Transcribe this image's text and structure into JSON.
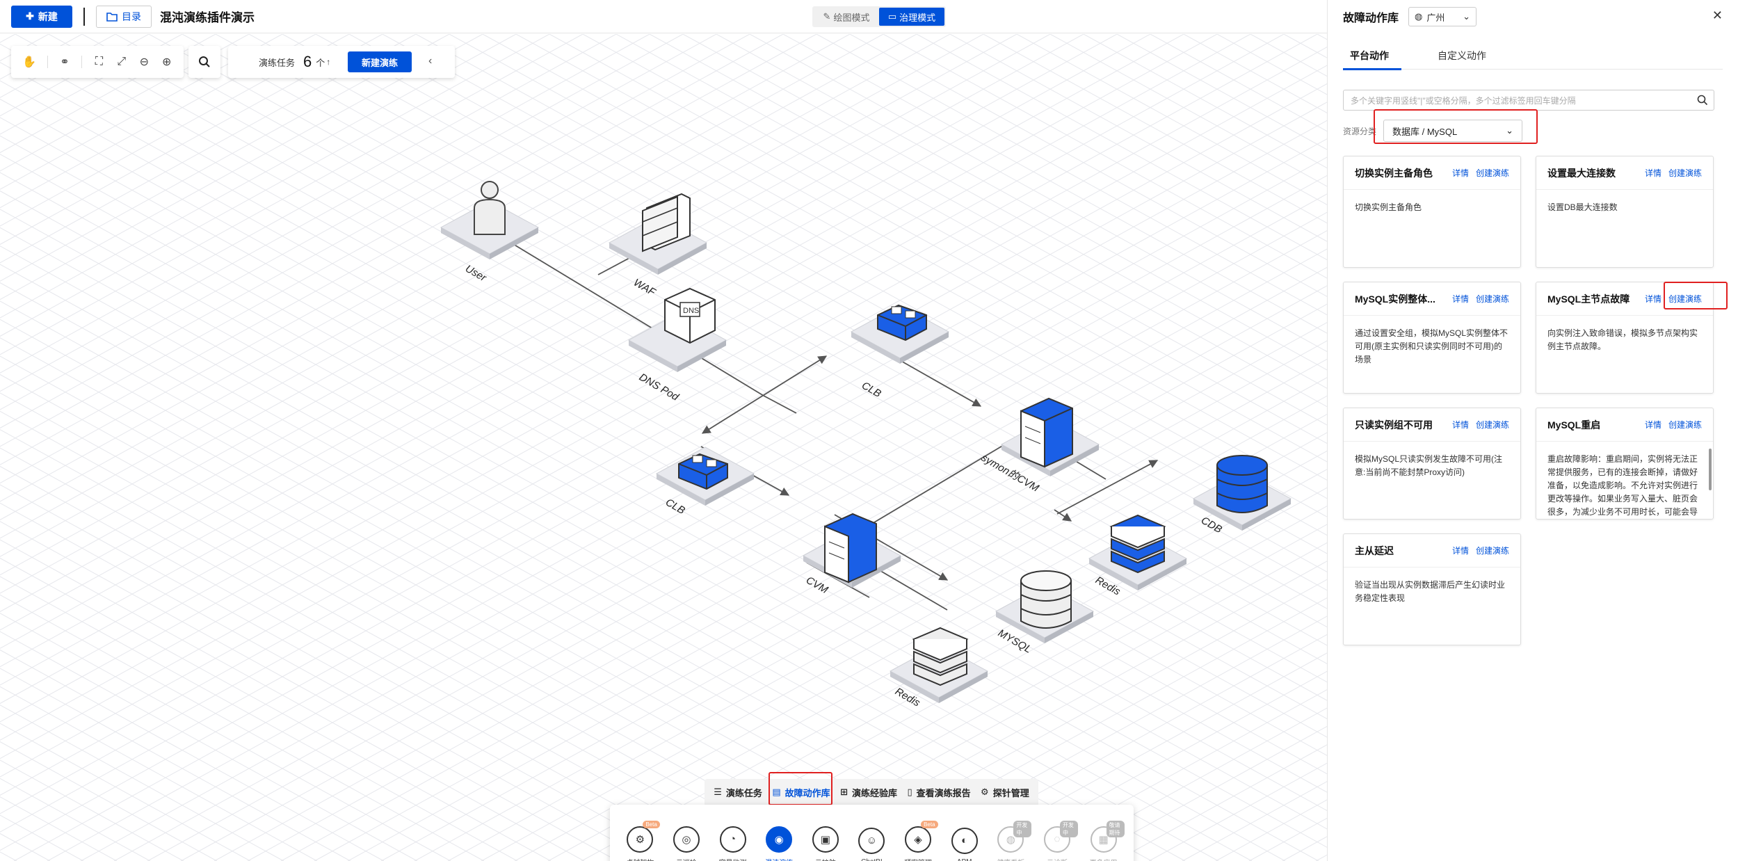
{
  "topbar": {
    "new_label": "新建",
    "dir_label": "目录",
    "title": "混沌演练插件演示",
    "modes": [
      {
        "label": "绘图模式",
        "active": false
      },
      {
        "label": "治理模式",
        "active": true
      }
    ]
  },
  "toolbar": {
    "task_label": "演练任务",
    "task_count": "6",
    "task_unit": "个",
    "new_drill_label": "新建演练"
  },
  "diagram": {
    "nodes": [
      {
        "id": "user",
        "label": "User"
      },
      {
        "id": "waf",
        "label": "WAF"
      },
      {
        "id": "dns",
        "label": "DNS Pod",
        "icon_text": "DNS"
      },
      {
        "id": "clb1",
        "label": "CLB"
      },
      {
        "id": "clb2",
        "label": "CLB"
      },
      {
        "id": "cvm1",
        "label": "symon的CVM"
      },
      {
        "id": "cvm2",
        "label": "CVM"
      },
      {
        "id": "cdb",
        "label": "CDB"
      },
      {
        "id": "redis1",
        "label": "Redis"
      },
      {
        "id": "mysql",
        "label": "MYSQL"
      },
      {
        "id": "redis2",
        "label": "Redis"
      }
    ]
  },
  "bottom_tabs": [
    {
      "label": "演练任务",
      "icon": "list-icon",
      "active": false
    },
    {
      "label": "故障动作库",
      "icon": "library-icon",
      "active": true
    },
    {
      "label": "演练经验库",
      "icon": "grid-icon",
      "active": false
    },
    {
      "label": "查看演练报告",
      "icon": "report-icon",
      "active": false
    },
    {
      "label": "探针管理",
      "icon": "gear-icon",
      "active": false
    }
  ],
  "dock": [
    {
      "label": "卓越架构",
      "glyph": "⚙",
      "badge": "Beta",
      "state": "normal"
    },
    {
      "label": "云巡检",
      "glyph": "◎",
      "badge": "",
      "state": "normal"
    },
    {
      "label": "容量监测",
      "glyph": "◔",
      "badge": "",
      "state": "normal"
    },
    {
      "label": "混沌演练",
      "glyph": "◉",
      "badge": "",
      "state": "active"
    },
    {
      "label": "云护航",
      "glyph": "▣",
      "badge": "",
      "state": "normal"
    },
    {
      "label": "ChatBI",
      "glyph": "☺",
      "badge": "",
      "state": "normal"
    },
    {
      "label": "预案管理",
      "glyph": "◈",
      "badge": "Beta",
      "state": "normal"
    },
    {
      "label": "APM",
      "glyph": "◐",
      "badge": "",
      "state": "normal"
    },
    {
      "label": "健康看板",
      "glyph": "◍",
      "badge": "开发中",
      "state": "dim"
    },
    {
      "label": "云诊断",
      "glyph": "◌",
      "badge": "开发中",
      "state": "dim"
    },
    {
      "label": "更多应用",
      "glyph": "▦",
      "badge": "敬请期待",
      "state": "dim"
    }
  ],
  "right_panel": {
    "title": "故障动作库",
    "region": "广州",
    "tabs": [
      {
        "label": "平台动作",
        "active": true
      },
      {
        "label": "自定义动作",
        "active": false
      }
    ],
    "search_placeholder": "多个关键字用竖线\"|\"或空格分隔，多个过滤标签用回车键分隔",
    "filter_label": "资源分类",
    "filter_value": "数据库 / MySQL",
    "detail_label": "详情",
    "create_label": "创建演练",
    "cards": [
      {
        "title": "切换实例主备角色",
        "desc": "切换实例主备角色"
      },
      {
        "title": "设置最大连接数",
        "desc": "设置DB最大连接数"
      },
      {
        "title": "MySQL实例整体...",
        "desc": "通过设置安全组，模拟MySQL实例整体不可用(原主实例和只读实例同时不可用)的场景"
      },
      {
        "title": "MySQL主节点故障",
        "desc": "向实例注入致命错误，模拟多节点架构实例主节点故障。"
      },
      {
        "title": "只读实例组不可用",
        "desc": "模拟MySQL只读实例发生故障不可用(注意:当前尚不能封禁Proxy访问)"
      },
      {
        "title": "MySQL重启",
        "desc": "重启故障影响：重启期间，实例将无法正常提供服务，已有的连接会断掉，请做好准备，以免造成影响。不允许对实例进行更改等操作。如果业务写入量大、脏页会很多，为减少业务不可用时长，可能会导"
      },
      {
        "title": "主从延迟",
        "desc": "验证当出现从实例数据滞后产生幻读时业务稳定性表现"
      }
    ]
  },
  "colors": {
    "primary": "#0052d9",
    "highlight": "#e02020",
    "node_blue": "#1a5fe6"
  }
}
